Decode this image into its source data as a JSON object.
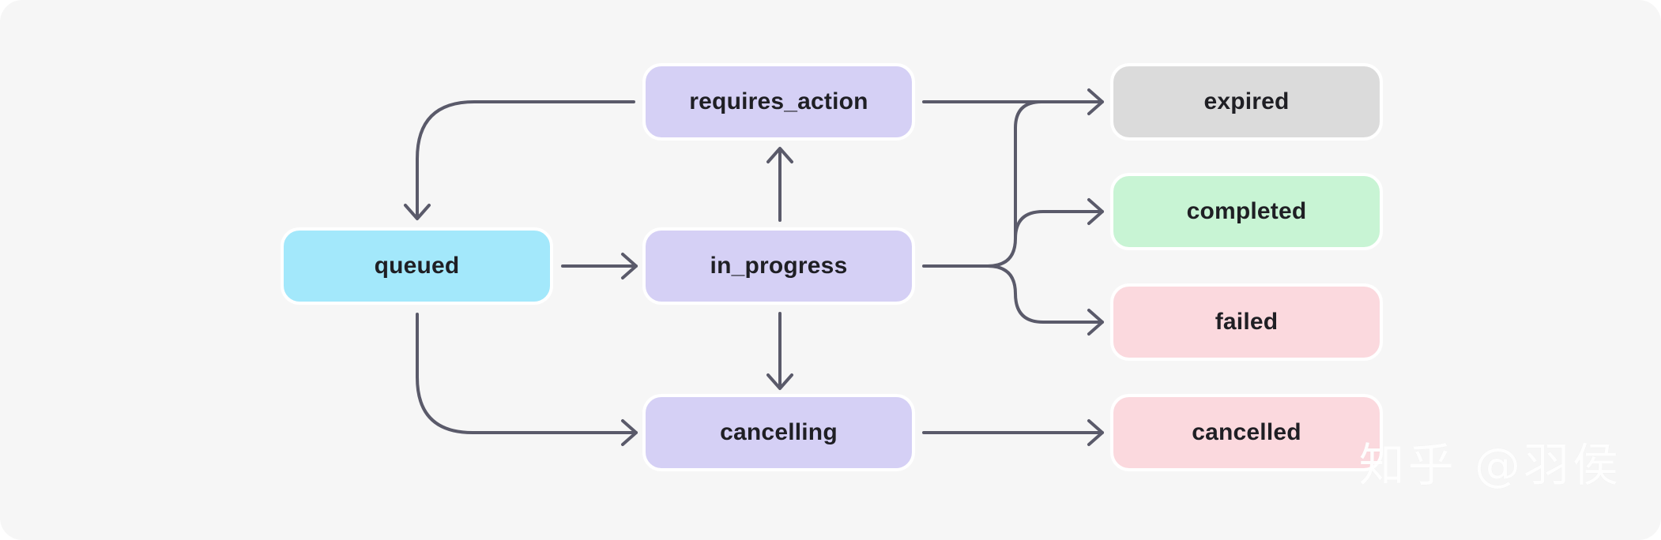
{
  "colors": {
    "background": "#f6f6f6",
    "edge": "#5a5a6a",
    "queued": "#a3e8fb",
    "active": "#d5d0f5",
    "expired": "#dbdbdb",
    "completed": "#c8f4d4",
    "failed": "#fbd9de",
    "cancelled": "#fbd9de"
  },
  "nodes": {
    "requires_action": "requires_action",
    "queued": "queued",
    "in_progress": "in_progress",
    "cancelling": "cancelling",
    "expired": "expired",
    "completed": "completed",
    "failed": "failed",
    "cancelled": "cancelled"
  },
  "edges": [
    {
      "from": "requires_action",
      "to": "queued"
    },
    {
      "from": "queued",
      "to": "in_progress"
    },
    {
      "from": "queued",
      "to": "cancelling"
    },
    {
      "from": "in_progress",
      "to": "requires_action"
    },
    {
      "from": "in_progress",
      "to": "cancelling"
    },
    {
      "from": "requires_action",
      "to": "expired"
    },
    {
      "from": "in_progress",
      "to": "expired"
    },
    {
      "from": "in_progress",
      "to": "completed"
    },
    {
      "from": "in_progress",
      "to": "failed"
    },
    {
      "from": "cancelling",
      "to": "cancelled"
    }
  ],
  "watermark": "知乎 @羽侯"
}
